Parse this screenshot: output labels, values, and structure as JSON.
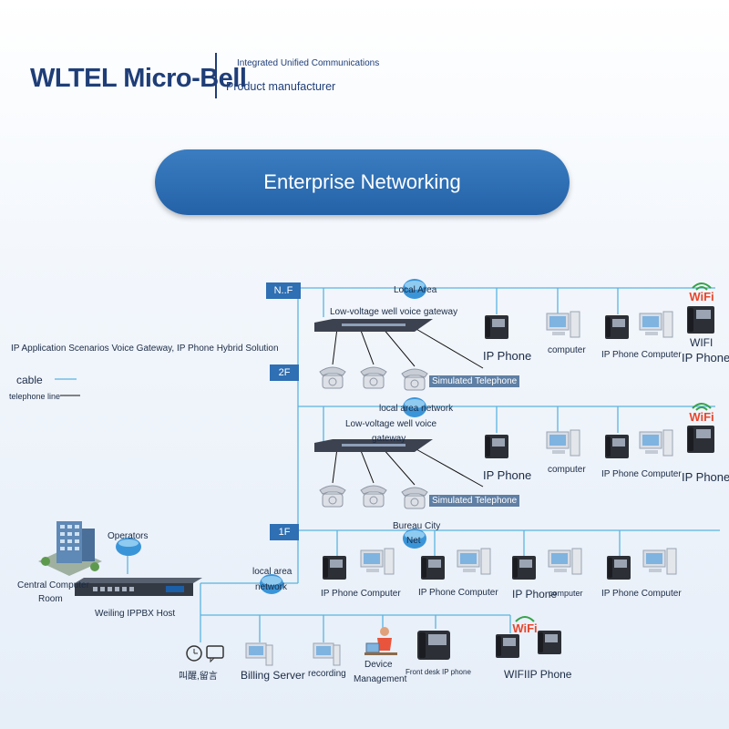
{
  "header": {
    "brand": "WLTEL Micro-Bell",
    "tagline1": "Integrated Unified Communications",
    "tagline2": "Product manufacturer"
  },
  "banner": {
    "title": "Enterprise Networking"
  },
  "legend": {
    "scenario": "IP Application Scenarios Voice Gateway, IP Phone Hybrid Solution",
    "cable": "cable",
    "telephone_line": "telephone line",
    "cable_color": "#5ab4e0",
    "telephone_line_color": "#111111"
  },
  "floors": {
    "nf": {
      "tag": "N..F",
      "lan": "Local Area",
      "gateway": "Low-voltage well voice gateway",
      "simulated": "Simulated Telephone",
      "ip_phone": "IP Phone",
      "computer": "computer",
      "ip_phone_computer": "IP Phone Computer",
      "wifi": "WIFI",
      "wifi_phone": "IP Phone"
    },
    "f2": {
      "tag": "2F",
      "lan": "local area network",
      "gateway_line1": "Low-voltage well voice",
      "gateway_line2": "gateway",
      "simulated": "Simulated Telephone",
      "ip_phone": "IP Phone",
      "computer": "computer",
      "ip_phone_computer": "IP Phone Computer",
      "wifi": "WIFI",
      "wifi_phone": "IP Phone"
    },
    "f1": {
      "tag": "1F",
      "bureau_line1": "Bureau City",
      "bureau_line2": "Net",
      "station1": "IP Phone Computer",
      "station2": "IP Phone Computer",
      "station3_phone": "IP Phone",
      "station3_computer": "computer",
      "station4": "IP Phone Computer"
    }
  },
  "core": {
    "operators": "Operators",
    "central_line1": "Central Computer",
    "central_line2": "Room",
    "host": "Weiling IPPBX Host",
    "lan_line1": "local area",
    "lan_line2": "network"
  },
  "bottom": {
    "wakeup": "叫醒,留言",
    "billing": "Billing Server",
    "recording": "recording",
    "device_line1": "Device",
    "device_line2": "Management",
    "front_desk": "Front desk IP phone",
    "wifi_ip": "WIFIIP Phone",
    "wifi_logo": "WiFi"
  },
  "colors": {
    "accent": "#2f6fb3",
    "wifi": "#e8462c",
    "wifi_arcs": "#36a34a"
  }
}
